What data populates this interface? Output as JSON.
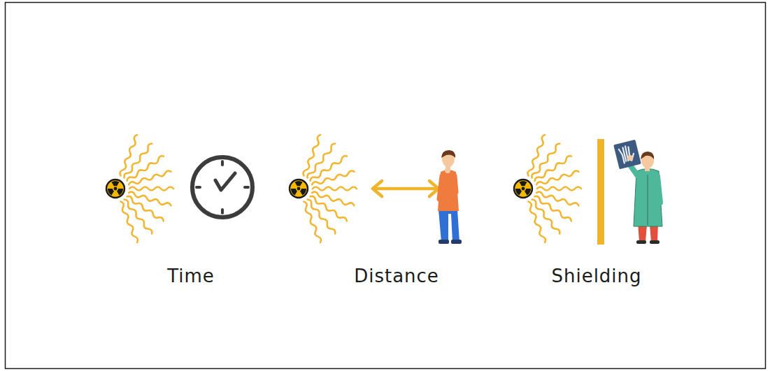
{
  "diagram": {
    "labels": [
      "Time",
      "Distance",
      "Shielding"
    ]
  }
}
